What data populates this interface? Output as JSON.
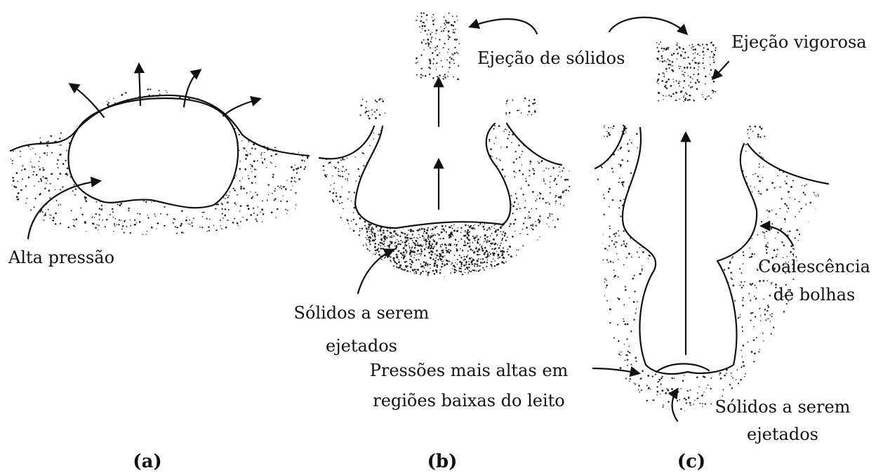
{
  "labels": {
    "alta_pressao": "Alta pressão",
    "ejecao_solidos": "Ejeção de sólidos",
    "ejecao_vigorosa": "Ejeção vigorosa",
    "solidos_b_line1": "Sólidos a serem",
    "solidos_b_line2": "ejetados",
    "pressoes_line1": "Pressões mais altas em",
    "pressoes_line2": "regiões baixas do leito",
    "coalescencia_line1": "Coalescência",
    "coalescencia_line2": "de bolhas",
    "solidos_c_line1": "Sólidos a serem",
    "solidos_c_line2": "ejetados"
  },
  "panels": [
    {
      "tag": "(a)"
    },
    {
      "tag": "(b)"
    },
    {
      "tag": "(c)"
    }
  ],
  "colors": {
    "ink": "#111111",
    "background": "#ffffff"
  }
}
